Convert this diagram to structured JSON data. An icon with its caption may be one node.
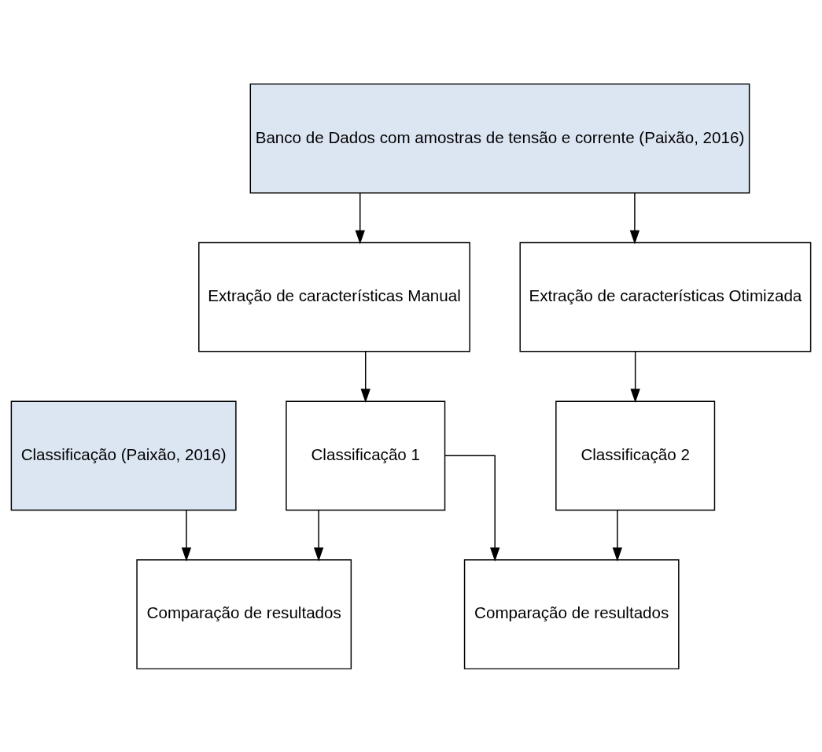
{
  "diagram": {
    "nodes": [
      {
        "text": [
          "Banco de Dados com amostras de tensão e corrente (Paixão, 2016)"
        ]
      },
      {
        "text": [
          "Extração de características Manual"
        ]
      },
      {
        "text": [
          "Extração de características Otimizada"
        ]
      },
      {
        "text": [
          "Classificação (Paixão, 2016)"
        ]
      },
      {
        "text": [
          "Classificação 1"
        ]
      },
      {
        "text": [
          "Classificação 2"
        ]
      },
      {
        "text": [
          "Comparação de resultados"
        ]
      },
      {
        "text": [
          "Comparação de resultados"
        ]
      }
    ],
    "edges": [
      {
        "from": 0,
        "to": 1,
        "arrow": "to"
      },
      {
        "from": 0,
        "to": 2,
        "arrow": "to"
      },
      {
        "from": 1,
        "to": 4,
        "arrow": "to"
      },
      {
        "from": 2,
        "to": 5,
        "arrow": "to"
      },
      {
        "from": 3,
        "to": 6,
        "arrow": "to"
      },
      {
        "from": 4,
        "to": 6,
        "arrow": "to"
      },
      {
        "from": 4,
        "to": 7,
        "arrow": "to"
      },
      {
        "from": 5,
        "to": 7,
        "arrow": "to"
      }
    ]
  }
}
